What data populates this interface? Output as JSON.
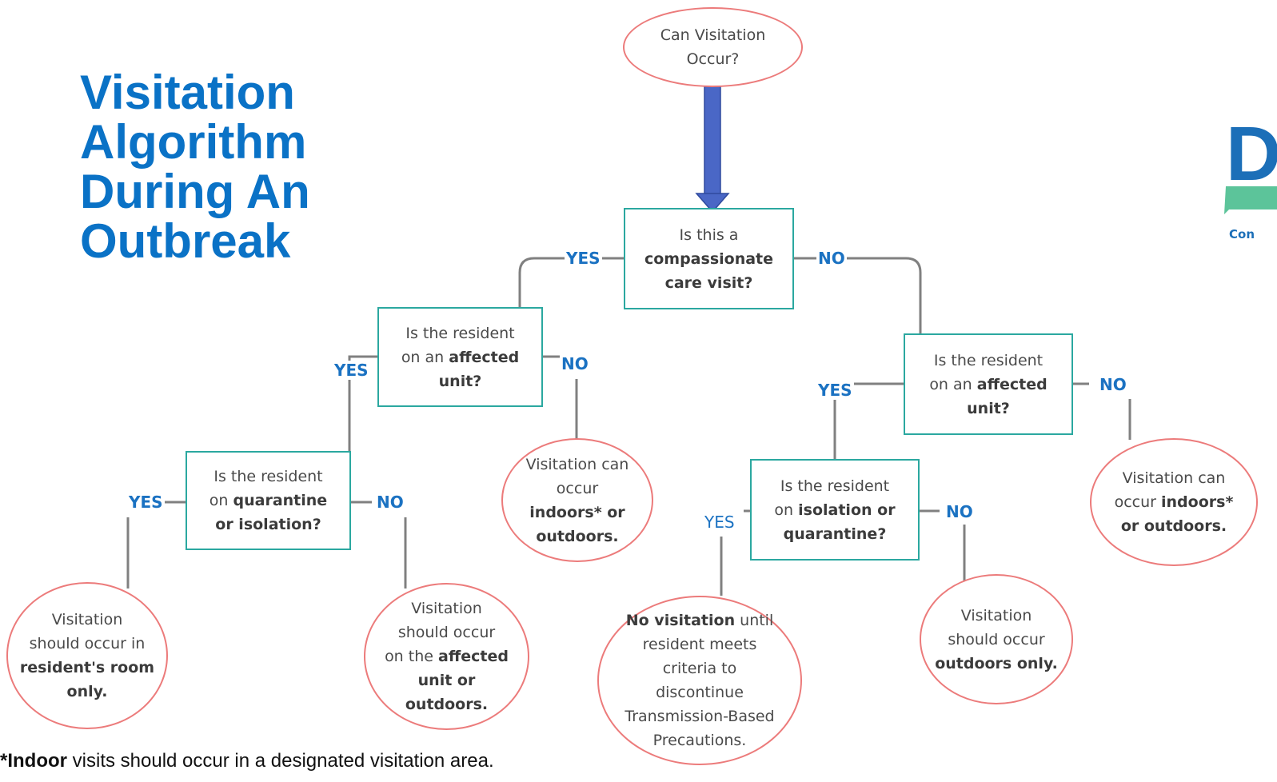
{
  "title": [
    "Visitation",
    "Algorithm",
    "During An",
    "Outbreak"
  ],
  "nodes": {
    "start": [
      "Can Visitation",
      "Occur?"
    ],
    "q_compassionate": [
      "Is this a",
      "<b>compassionate</b>",
      "<b>care visit?</b>"
    ],
    "q_affected_left": [
      "Is the resident",
      "on an <b>affected</b>",
      "<b>unit?</b>"
    ],
    "q_affected_right": [
      "Is the resident",
      "on an <b>affected</b>",
      "<b>unit?</b>"
    ],
    "q_quarantine_left": [
      "Is the resident",
      "on <b>quarantine</b>",
      "<b>or isolation?</b>"
    ],
    "q_isolation_right": [
      "Is the resident",
      "on <b>isolation or</b>",
      "<b>quarantine?</b>"
    ],
    "o_residents_room": [
      "Visitation",
      "should occur in",
      "<b>resident's room</b>",
      "<b>only.</b>"
    ],
    "o_affected_unit": [
      "Visitation",
      "should occur",
      "on the <b>affected</b>",
      "<b>unit or</b>",
      "<b>outdoors.</b>"
    ],
    "o_indoors_left": [
      "Visitation can",
      "occur",
      "<b>indoors* or</b>",
      "<b>outdoors.</b>"
    ],
    "o_no_visitation": [
      "<b>No visitation</b> until",
      "resident meets",
      "criteria to",
      "discontinue",
      "Transmission-Based",
      "Precautions."
    ],
    "o_outdoors_only": [
      "Visitation",
      "should occur",
      "<b>outdoors only.</b>"
    ],
    "o_indoors_right": [
      "Visitation can",
      "occur <b>indoors*</b>",
      "<b>or outdoors.</b>"
    ]
  },
  "labels": {
    "yes": "YES",
    "no": "NO"
  },
  "footnote": {
    "bold": "*Indoor",
    "text": " visits should occur in a designated visitation area."
  },
  "logo": {
    "letter": "D",
    "text": "Con",
    "colors": {
      "blue": "#1c6fb8",
      "green": "#5cc49a"
    }
  },
  "colors": {
    "title": "#0a72c6",
    "label": "#1b72c2",
    "box_border": "#2ba8a0",
    "oval_border": "#ec7b7b",
    "arrow": "#4a67c6",
    "connector": "#808080"
  }
}
